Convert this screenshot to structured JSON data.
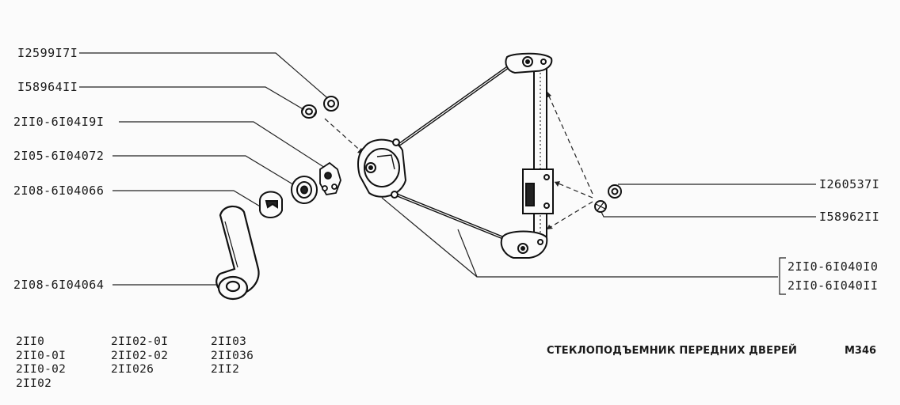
{
  "parts": {
    "washer_top": "I2599I7I",
    "nut_top": "I58964II",
    "pinion_bracket": "2II0-6I04I9I",
    "regulator": "2I05-6I04072",
    "handle_cover": "2I08-6I04066",
    "handle": "2I08-6I04064",
    "washer_right": "I260537I",
    "nut_right": "I58962II",
    "regulator_assy_1": "2II0-6I040I0",
    "regulator_assy_2": "2II0-6I040II"
  },
  "models": {
    "col1": [
      "2II0",
      "2II0-0I",
      "2II0-02",
      "2II02"
    ],
    "col2": [
      "2II02-0I",
      "2II02-02",
      "2II026"
    ],
    "col3": [
      "2II03",
      "2II036",
      "2II2"
    ]
  },
  "title": "СТЕКЛОПОДЪЕМНИК ПЕРЕДНИХ ДВЕРЕЙ",
  "code": "М346"
}
